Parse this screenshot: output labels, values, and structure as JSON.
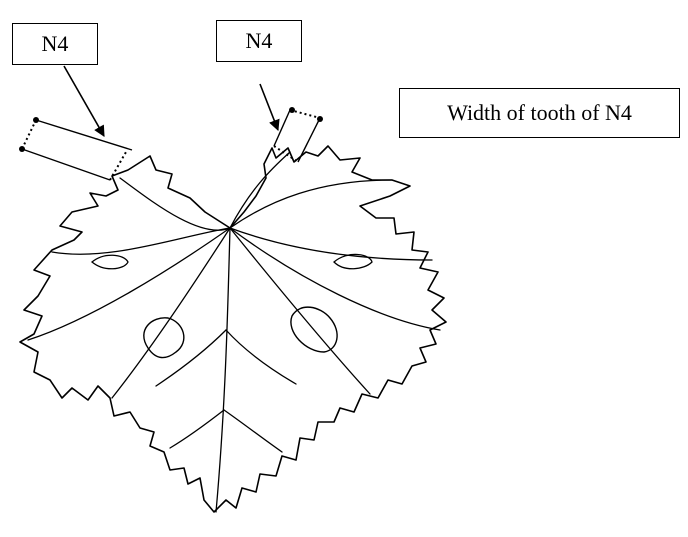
{
  "labels": {
    "n4_left": "N4",
    "n4_right": "N4",
    "tooth_width": "Width of tooth of N4"
  },
  "colors": {
    "ink": "#000000",
    "background": "#ffffff"
  }
}
